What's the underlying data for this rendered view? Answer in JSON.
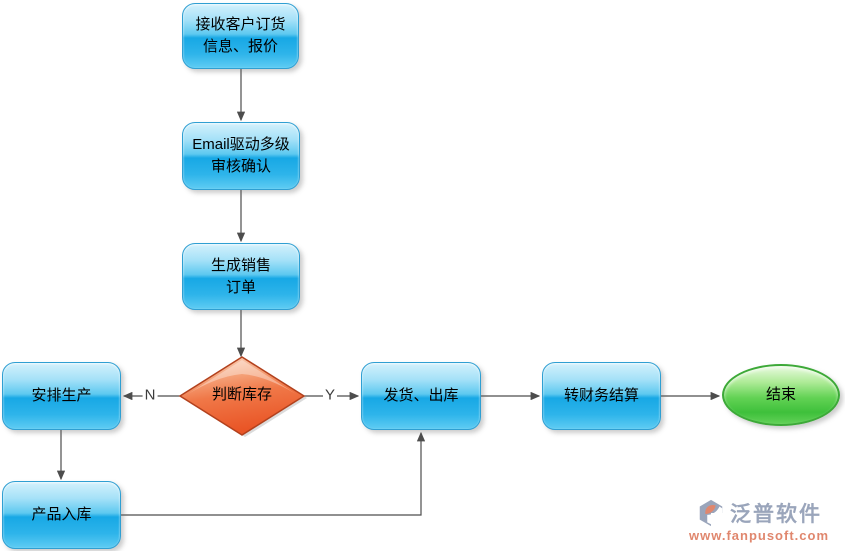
{
  "nodes": {
    "receive": {
      "label": "接收客户订货\n信息、报价"
    },
    "email_review": {
      "label": "Email驱动多级\n审核确认"
    },
    "create_order": {
      "label": "生成销售\n订单"
    },
    "check_stock": {
      "label": "判断库存"
    },
    "arrange_production": {
      "label": "安排生产"
    },
    "product_inbound": {
      "label": "产品入库"
    },
    "ship_outbound": {
      "label": "发货、出库"
    },
    "finance_settlement": {
      "label": "转财务结算"
    },
    "end": {
      "label": "结束"
    }
  },
  "edge_labels": {
    "no": "N",
    "yes": "Y"
  },
  "logo": {
    "name": "泛普软件",
    "url": "www.fanpusoft.com"
  },
  "colors": {
    "process_fill": "#2eb4ea",
    "process_border": "#2f9fd2",
    "decision_fill": "#ee6a3c",
    "decision_border": "#b2411d",
    "end_fill": "#4cc944",
    "end_border": "#3da938",
    "connector": "#4d4d4d",
    "logo_text": "#9aa5bb",
    "logo_url": "#e0876e"
  }
}
